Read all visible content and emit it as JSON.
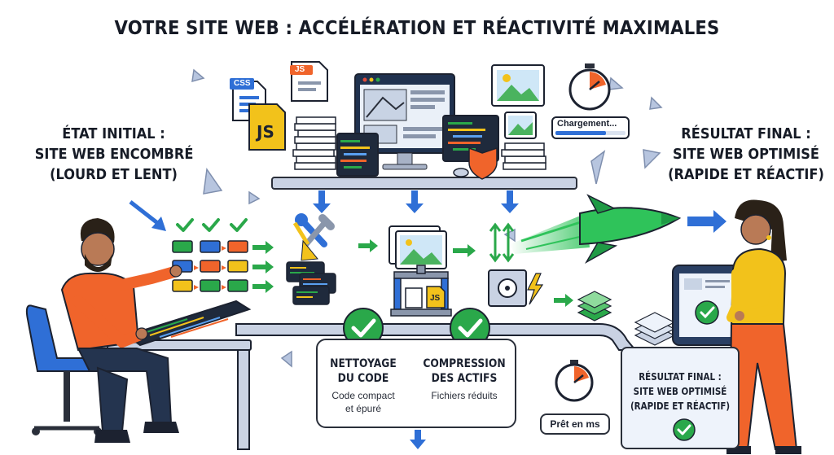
{
  "title": "VOTRE SITE WEB : ACCÉLÉRATION ET RÉACTIVITÉ MAXIMALES",
  "left_caption": [
    "ÉTAT INITIAL :",
    "SITE WEB ENCOMBRÉ",
    "(LOURD ET LENT)"
  ],
  "right_caption": [
    "RÉSULTAT FINAL :",
    "SITE WEB OPTIMISÉ",
    "(RAPIDE ET RÉACTIF)"
  ],
  "file_icons": {
    "css": "CSS",
    "js": "JS",
    "js_small": "JS",
    "js_doc": "JS"
  },
  "loading_bar_label": "Chargement...",
  "panel": {
    "left_title": [
      "NETTOYAGE",
      "DU CODE"
    ],
    "left_sub": [
      "Code compact",
      "et épuré"
    ],
    "right_title": [
      "COMPRESSION",
      "DES ACTIFS"
    ],
    "right_sub": [
      "Fichiers réduits"
    ]
  },
  "ready_label": "Prêt en ms",
  "bottom_right": [
    "RÉSULTAT FINAL :",
    "SITE WEB OPTIMISÉ",
    "(RAPIDE ET RÉACTIF)"
  ],
  "colors": {
    "blue": "#2f6fd6",
    "green": "#2aa84a",
    "orange": "#f0642b",
    "yellow": "#f2c21b",
    "rocket": "#2fc35a",
    "dark": "#1c2230"
  }
}
